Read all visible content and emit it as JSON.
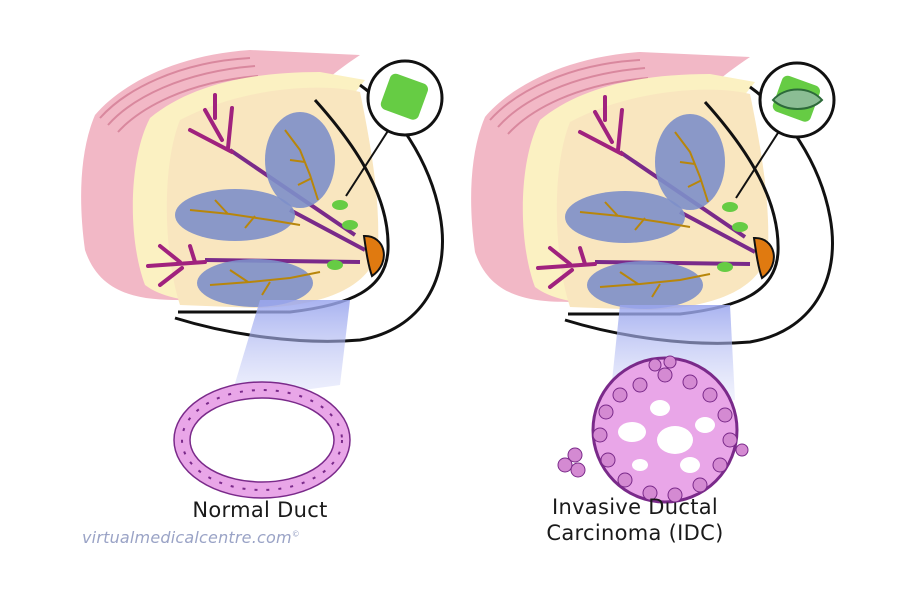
{
  "panels": {
    "normal": {
      "label": "Normal Duct"
    },
    "idc": {
      "label_line1": "Invasive Ductal",
      "label_line2": "Carcinoma (IDC)"
    }
  },
  "watermark": {
    "text": "virtualmedicalcentre.com",
    "mark": "©"
  },
  "colors": {
    "skin": "#f2b8c6",
    "fat": "#fbf1c2",
    "tissue": "#f9e6bf",
    "lobules": "#7d8fc9",
    "ducts": "#b8860b",
    "vessels": "#a0227e",
    "duct_highlight": "#66cc44",
    "nipple": "#e07a10",
    "magnify_beam": "#aab4f0",
    "cells": "#e9a6e8"
  }
}
